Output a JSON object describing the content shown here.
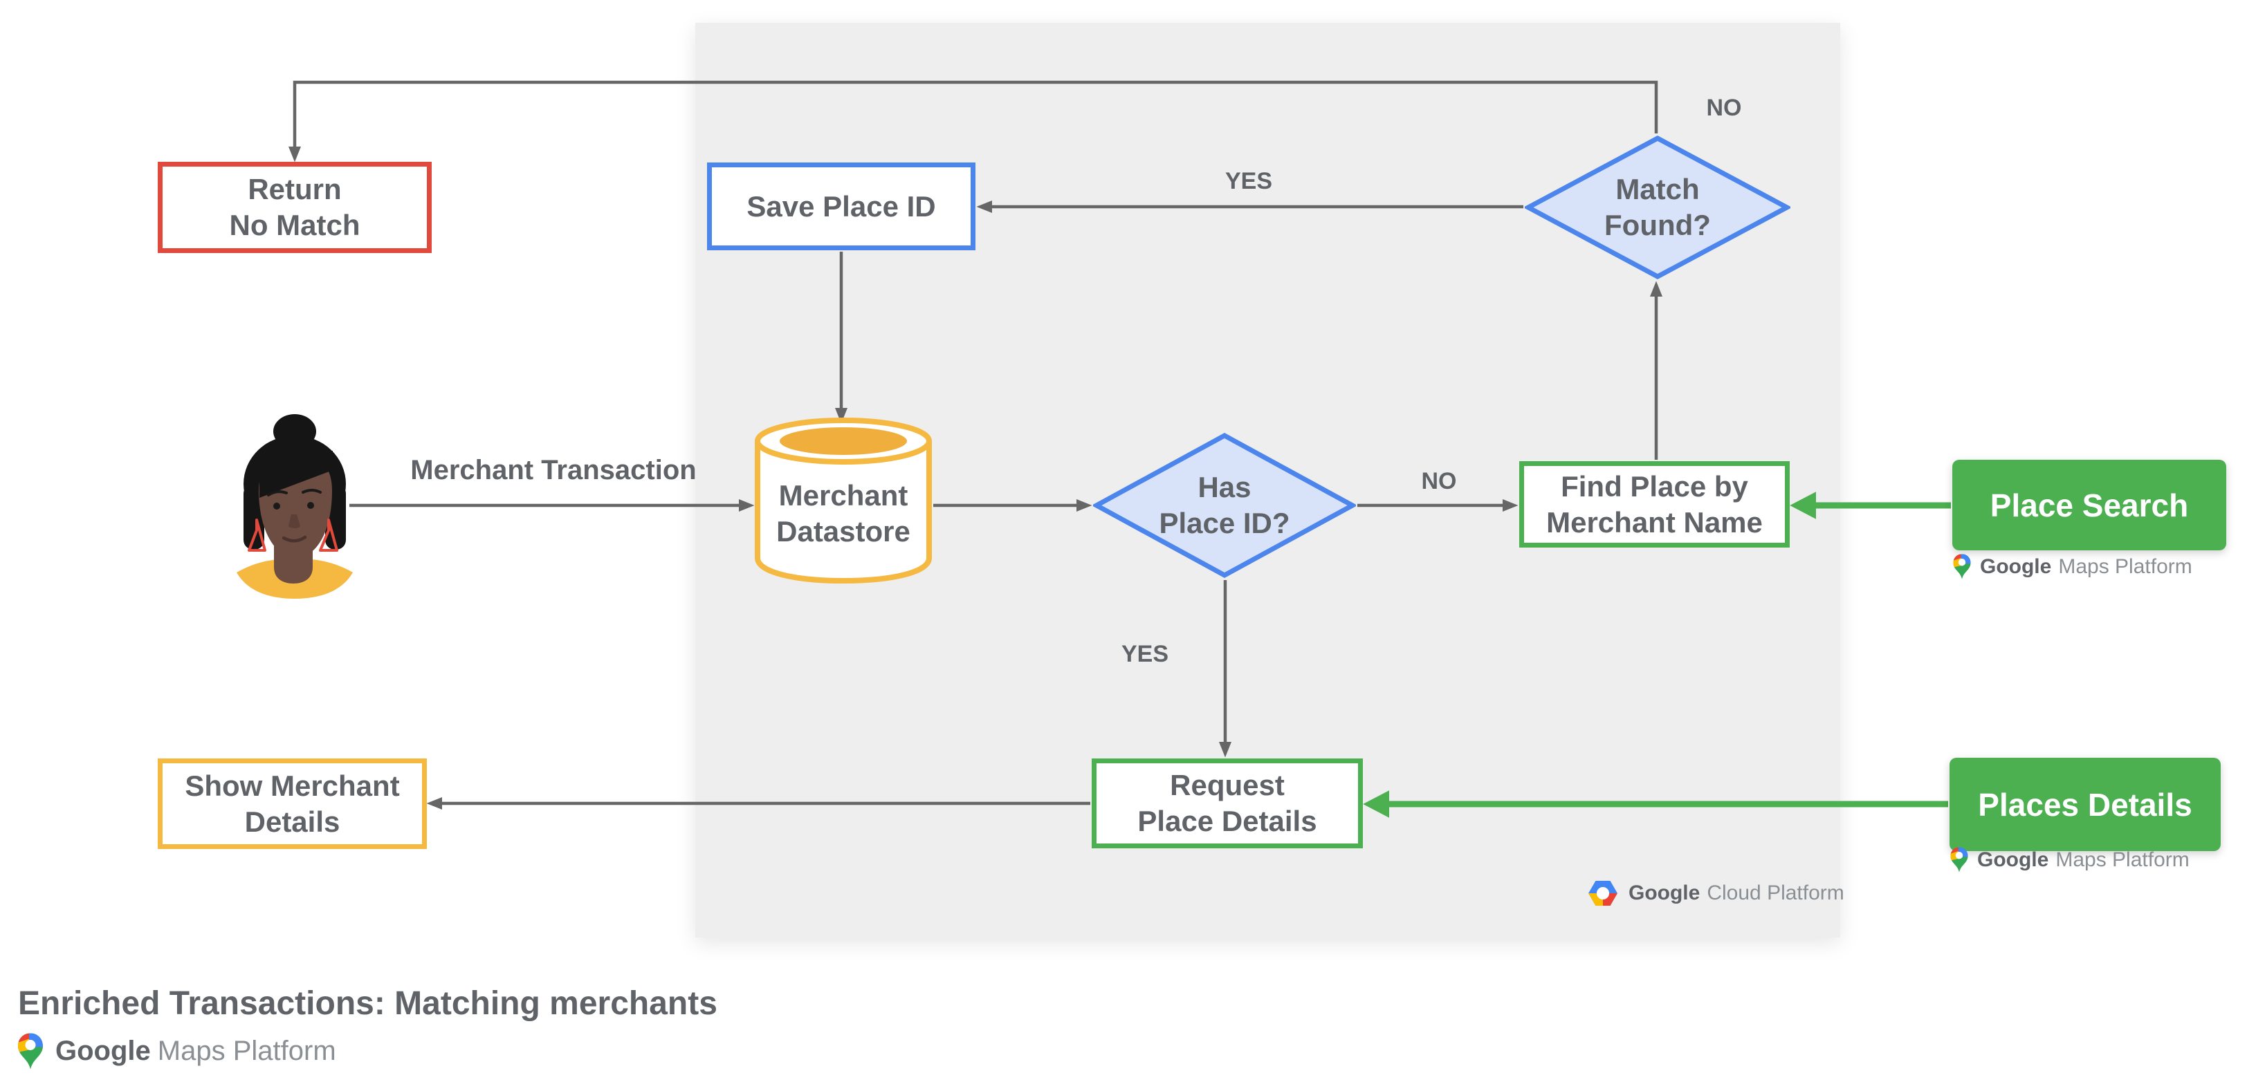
{
  "title": "Enriched Transactions: Matching merchants",
  "colors": {
    "red": "#E0493B",
    "blue": "#4C86EC",
    "blue_fill": "#D8E3FA",
    "yellow": "#F5B942",
    "yellow_dark": "#F0AF3C",
    "green": "#4CAF50",
    "arrow_gray": "#666666",
    "text_gray": "#5F6368",
    "text_light": "#8A8F94",
    "panel_bg": "#EEEEEE",
    "google_red": "#EA4335",
    "google_blue": "#4285F4",
    "google_yellow": "#FBBC04",
    "google_green": "#34A853"
  },
  "nodes": {
    "return_no_match": {
      "label": "Return\nNo Match",
      "type": "outcome"
    },
    "save_place_id": {
      "label": "Save Place ID",
      "type": "process"
    },
    "match_found": {
      "label": "Match\nFound?",
      "type": "decision"
    },
    "merchant_datastore": {
      "label": "Merchant\nDatastore",
      "type": "datastore"
    },
    "has_place_id": {
      "label": "Has\nPlace ID?",
      "type": "decision"
    },
    "find_place_by_merchant_name": {
      "label": "Find Place by\nMerchant Name",
      "type": "process"
    },
    "request_place_details": {
      "label": "Request\nPlace Details",
      "type": "process"
    },
    "show_merchant_details": {
      "label": "Show Merchant\nDetails",
      "type": "outcome"
    },
    "place_search": {
      "label": "Place Search",
      "type": "api"
    },
    "places_details": {
      "label": "Places Details",
      "type": "api"
    }
  },
  "edge_labels": {
    "merchant_transaction": "Merchant Transaction",
    "match_found_yes": "YES",
    "match_found_no": "NO",
    "has_place_id_yes": "YES",
    "has_place_id_no": "NO"
  },
  "logos": {
    "google_cloud_platform": {
      "google": "Google",
      "rest": "Cloud Platform"
    },
    "google_maps_platform": {
      "google": "Google",
      "rest": "Maps Platform"
    }
  }
}
